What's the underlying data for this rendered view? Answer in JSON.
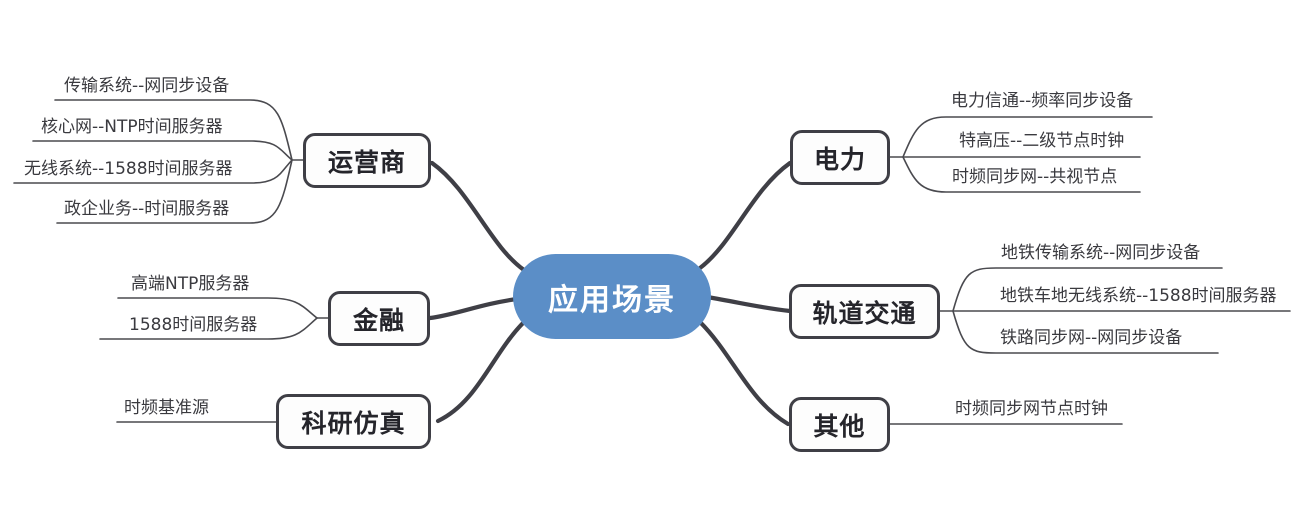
{
  "diagram": {
    "type": "mind-map",
    "title": "应用场景",
    "colors": {
      "center_fill": "#5b8ec7",
      "center_text": "#ffffff",
      "node_border": "#3f3f46",
      "node_fill": "#fdfdfd",
      "node_text": "#25252b",
      "trunk_line": "#3f3f46",
      "leaf_line": "#4a4a4f",
      "leaf_text": "#3a3a3f",
      "background": "#ffffff"
    },
    "center": {
      "label": "应用场景"
    },
    "branches": [
      {
        "id": "operator",
        "label": "运营商",
        "side": "left",
        "leaves": [
          "传输系统--网同步设备",
          "核心网--NTP时间服务器",
          "无线系统--1588时间服务器",
          "政企业务--时间服务器"
        ]
      },
      {
        "id": "finance",
        "label": "金融",
        "side": "left",
        "leaves": [
          "高端NTP服务器",
          "1588时间服务器"
        ]
      },
      {
        "id": "research",
        "label": "科研仿真",
        "side": "left",
        "leaves": [
          "时频基准源"
        ]
      },
      {
        "id": "power",
        "label": "电力",
        "side": "right",
        "leaves": [
          "电力信通--频率同步设备",
          "特高压--二级节点时钟",
          "时频同步网--共视节点"
        ]
      },
      {
        "id": "rail",
        "label": "轨道交通",
        "side": "right",
        "leaves": [
          "地铁传输系统--网同步设备",
          "地铁车地无线系统--1588时间服务器",
          "铁路同步网--网同步设备"
        ]
      },
      {
        "id": "other",
        "label": "其他",
        "side": "right",
        "leaves": [
          "时频同步网节点时钟"
        ]
      }
    ]
  }
}
